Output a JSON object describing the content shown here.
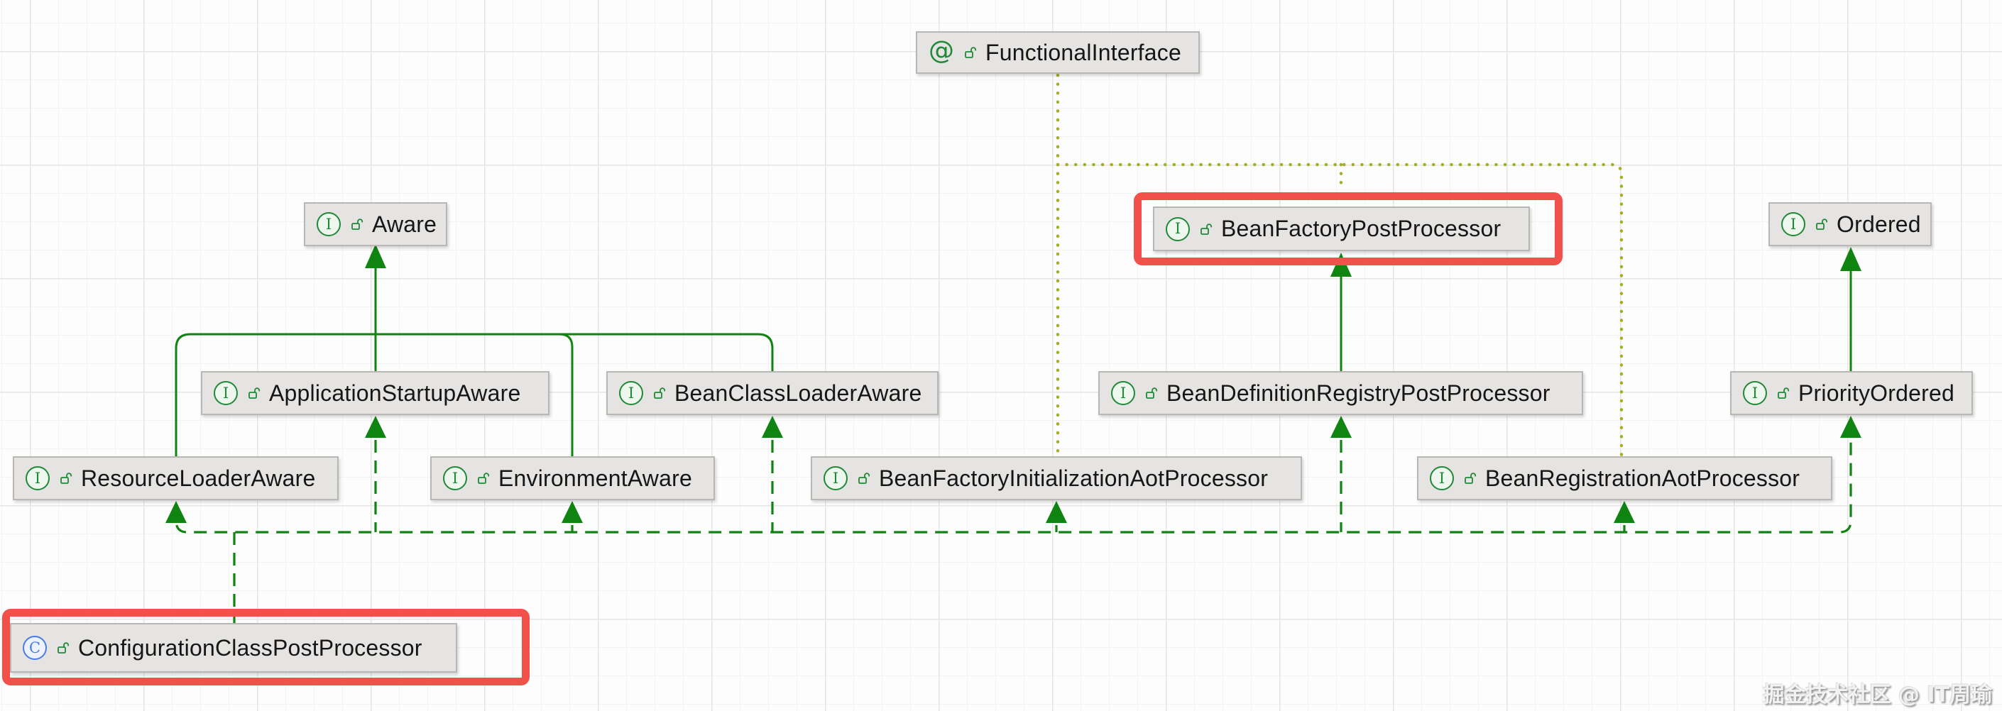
{
  "diagram": {
    "title": "Spring ConfigurationClassPostProcessor class hierarchy diagram",
    "watermark": "掘金技术社区 @ IT周瑜",
    "colors": {
      "edge_green": "#108410",
      "annotation_olive": "#a6af24",
      "highlight_red": "#f2504b",
      "node_fill": "#e5e4e2",
      "node_border": "#b9b7b4",
      "icon_green": "#218838",
      "icon_blue": "#4a7ce0"
    },
    "nodes": [
      {
        "id": "FunctionalInterface",
        "label": "FunctionalInterface",
        "kind": "annotation",
        "icon": "annotation-icon",
        "icon_glyph": "@",
        "visibility": "public",
        "highlighted": false
      },
      {
        "id": "Aware",
        "label": "Aware",
        "kind": "interface",
        "icon": "interface-icon",
        "icon_glyph": "I",
        "visibility": "public",
        "highlighted": false
      },
      {
        "id": "BeanFactoryPostProcessor",
        "label": "BeanFactoryPostProcessor",
        "kind": "interface",
        "icon": "interface-icon",
        "icon_glyph": "I",
        "visibility": "public",
        "highlighted": true
      },
      {
        "id": "Ordered",
        "label": "Ordered",
        "kind": "interface",
        "icon": "interface-icon",
        "icon_glyph": "I",
        "visibility": "public",
        "highlighted": false
      },
      {
        "id": "ApplicationStartupAware",
        "label": "ApplicationStartupAware",
        "kind": "interface",
        "icon": "interface-icon",
        "icon_glyph": "I",
        "visibility": "public",
        "highlighted": false
      },
      {
        "id": "BeanClassLoaderAware",
        "label": "BeanClassLoaderAware",
        "kind": "interface",
        "icon": "interface-icon",
        "icon_glyph": "I",
        "visibility": "public",
        "highlighted": false
      },
      {
        "id": "BeanDefinitionRegistryPostProcessor",
        "label": "BeanDefinitionRegistryPostProcessor",
        "kind": "interface",
        "icon": "interface-icon",
        "icon_glyph": "I",
        "visibility": "public",
        "highlighted": false
      },
      {
        "id": "PriorityOrdered",
        "label": "PriorityOrdered",
        "kind": "interface",
        "icon": "interface-icon",
        "icon_glyph": "I",
        "visibility": "public",
        "highlighted": false
      },
      {
        "id": "ResourceLoaderAware",
        "label": "ResourceLoaderAware",
        "kind": "interface",
        "icon": "interface-icon",
        "icon_glyph": "I",
        "visibility": "public",
        "highlighted": false
      },
      {
        "id": "EnvironmentAware",
        "label": "EnvironmentAware",
        "kind": "interface",
        "icon": "interface-icon",
        "icon_glyph": "I",
        "visibility": "public",
        "highlighted": false
      },
      {
        "id": "BeanFactoryInitializationAotProcessor",
        "label": "BeanFactoryInitializationAotProcessor",
        "kind": "interface",
        "icon": "interface-icon",
        "icon_glyph": "I",
        "visibility": "public",
        "highlighted": false
      },
      {
        "id": "BeanRegistrationAotProcessor",
        "label": "BeanRegistrationAotProcessor",
        "kind": "interface",
        "icon": "interface-icon",
        "icon_glyph": "I",
        "visibility": "public",
        "highlighted": false
      },
      {
        "id": "ConfigurationClassPostProcessor",
        "label": "ConfigurationClassPostProcessor",
        "kind": "class",
        "icon": "class-icon",
        "icon_glyph": "C",
        "visibility": "public",
        "highlighted": true
      }
    ],
    "edges": [
      {
        "from": "ResourceLoaderAware",
        "to": "Aware",
        "relation": "extends",
        "style": "solid-green"
      },
      {
        "from": "ApplicationStartupAware",
        "to": "Aware",
        "relation": "extends",
        "style": "solid-green"
      },
      {
        "from": "EnvironmentAware",
        "to": "Aware",
        "relation": "extends",
        "style": "solid-green"
      },
      {
        "from": "BeanClassLoaderAware",
        "to": "Aware",
        "relation": "extends",
        "style": "solid-green"
      },
      {
        "from": "BeanDefinitionRegistryPostProcessor",
        "to": "BeanFactoryPostProcessor",
        "relation": "extends",
        "style": "solid-green"
      },
      {
        "from": "PriorityOrdered",
        "to": "Ordered",
        "relation": "extends",
        "style": "solid-green"
      },
      {
        "from": "ConfigurationClassPostProcessor",
        "to": "ResourceLoaderAware",
        "relation": "implements",
        "style": "dashed-green"
      },
      {
        "from": "ConfigurationClassPostProcessor",
        "to": "ApplicationStartupAware",
        "relation": "implements",
        "style": "dashed-green"
      },
      {
        "from": "ConfigurationClassPostProcessor",
        "to": "EnvironmentAware",
        "relation": "implements",
        "style": "dashed-green"
      },
      {
        "from": "ConfigurationClassPostProcessor",
        "to": "BeanClassLoaderAware",
        "relation": "implements",
        "style": "dashed-green"
      },
      {
        "from": "ConfigurationClassPostProcessor",
        "to": "BeanFactoryInitializationAotProcessor",
        "relation": "implements",
        "style": "dashed-green"
      },
      {
        "from": "ConfigurationClassPostProcessor",
        "to": "BeanDefinitionRegistryPostProcessor",
        "relation": "implements",
        "style": "dashed-green"
      },
      {
        "from": "ConfigurationClassPostProcessor",
        "to": "BeanRegistrationAotProcessor",
        "relation": "implements",
        "style": "dashed-green"
      },
      {
        "from": "ConfigurationClassPostProcessor",
        "to": "PriorityOrdered",
        "relation": "implements",
        "style": "dashed-green"
      },
      {
        "from": "FunctionalInterface",
        "to": "BeanFactoryPostProcessor",
        "relation": "annotates",
        "style": "dotted-olive"
      },
      {
        "from": "FunctionalInterface",
        "to": "BeanFactoryInitializationAotProcessor",
        "relation": "annotates",
        "style": "dotted-olive"
      },
      {
        "from": "FunctionalInterface",
        "to": "BeanRegistrationAotProcessor",
        "relation": "annotates",
        "style": "dotted-olive"
      }
    ]
  }
}
